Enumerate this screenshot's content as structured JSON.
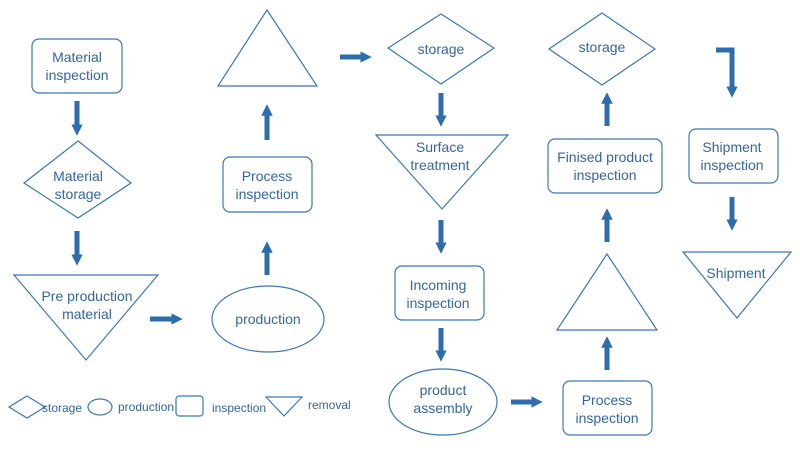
{
  "colors": {
    "stroke": "#3a78b5",
    "arrow": "#2e6cab",
    "text": "#3465a4",
    "background": "#ffffff"
  },
  "nodes": {
    "material_inspection": {
      "shape": "rounded-rect",
      "lines": [
        "Material",
        "inspection"
      ]
    },
    "material_storage": {
      "shape": "diamond",
      "lines": [
        "Material",
        "storage"
      ]
    },
    "pre_production_material": {
      "shape": "triangle-down",
      "lines": [
        "Pre production",
        "material"
      ]
    },
    "production": {
      "shape": "ellipse",
      "lines": [
        "production"
      ]
    },
    "process_inspection_1": {
      "shape": "rounded-rect",
      "lines": [
        "Process",
        "inspection"
      ]
    },
    "transport_1": {
      "shape": "triangle-up",
      "lines": []
    },
    "storage_1": {
      "shape": "diamond",
      "lines": [
        "storage"
      ]
    },
    "surface_treatment": {
      "shape": "triangle-down",
      "lines": [
        "Surface",
        "treatment"
      ]
    },
    "incoming_inspection": {
      "shape": "rounded-rect",
      "lines": [
        "Incoming",
        "inspection"
      ]
    },
    "product_assembly": {
      "shape": "ellipse",
      "lines": [
        "product",
        "assembly"
      ]
    },
    "process_inspection_2": {
      "shape": "rounded-rect",
      "lines": [
        "Process",
        "inspection"
      ]
    },
    "transport_2": {
      "shape": "triangle-up",
      "lines": []
    },
    "finished_product_inspection": {
      "shape": "rounded-rect",
      "lines": [
        "Finised product",
        "inspection"
      ]
    },
    "storage_2": {
      "shape": "diamond",
      "lines": [
        "storage"
      ]
    },
    "shipment_inspection": {
      "shape": "rounded-rect",
      "lines": [
        "Shipment",
        "inspection"
      ]
    },
    "shipment": {
      "shape": "triangle-down",
      "lines": [
        "Shipment"
      ]
    }
  },
  "flow": [
    [
      "material_inspection",
      "material_storage"
    ],
    [
      "material_storage",
      "pre_production_material"
    ],
    [
      "pre_production_material",
      "production"
    ],
    [
      "production",
      "process_inspection_1"
    ],
    [
      "process_inspection_1",
      "transport_1"
    ],
    [
      "transport_1",
      "storage_1"
    ],
    [
      "storage_1",
      "surface_treatment"
    ],
    [
      "surface_treatment",
      "incoming_inspection"
    ],
    [
      "incoming_inspection",
      "product_assembly"
    ],
    [
      "product_assembly",
      "process_inspection_2"
    ],
    [
      "process_inspection_2",
      "transport_2"
    ],
    [
      "transport_2",
      "finished_product_inspection"
    ],
    [
      "finished_product_inspection",
      "storage_2"
    ],
    [
      "storage_2",
      "shipment_inspection"
    ],
    [
      "shipment_inspection",
      "shipment"
    ]
  ],
  "legend": [
    {
      "shape": "diamond",
      "label": "storage"
    },
    {
      "shape": "ellipse",
      "label": "production"
    },
    {
      "shape": "rect",
      "label": "inspection"
    },
    {
      "shape": "triangle-down",
      "label": "removal"
    }
  ]
}
